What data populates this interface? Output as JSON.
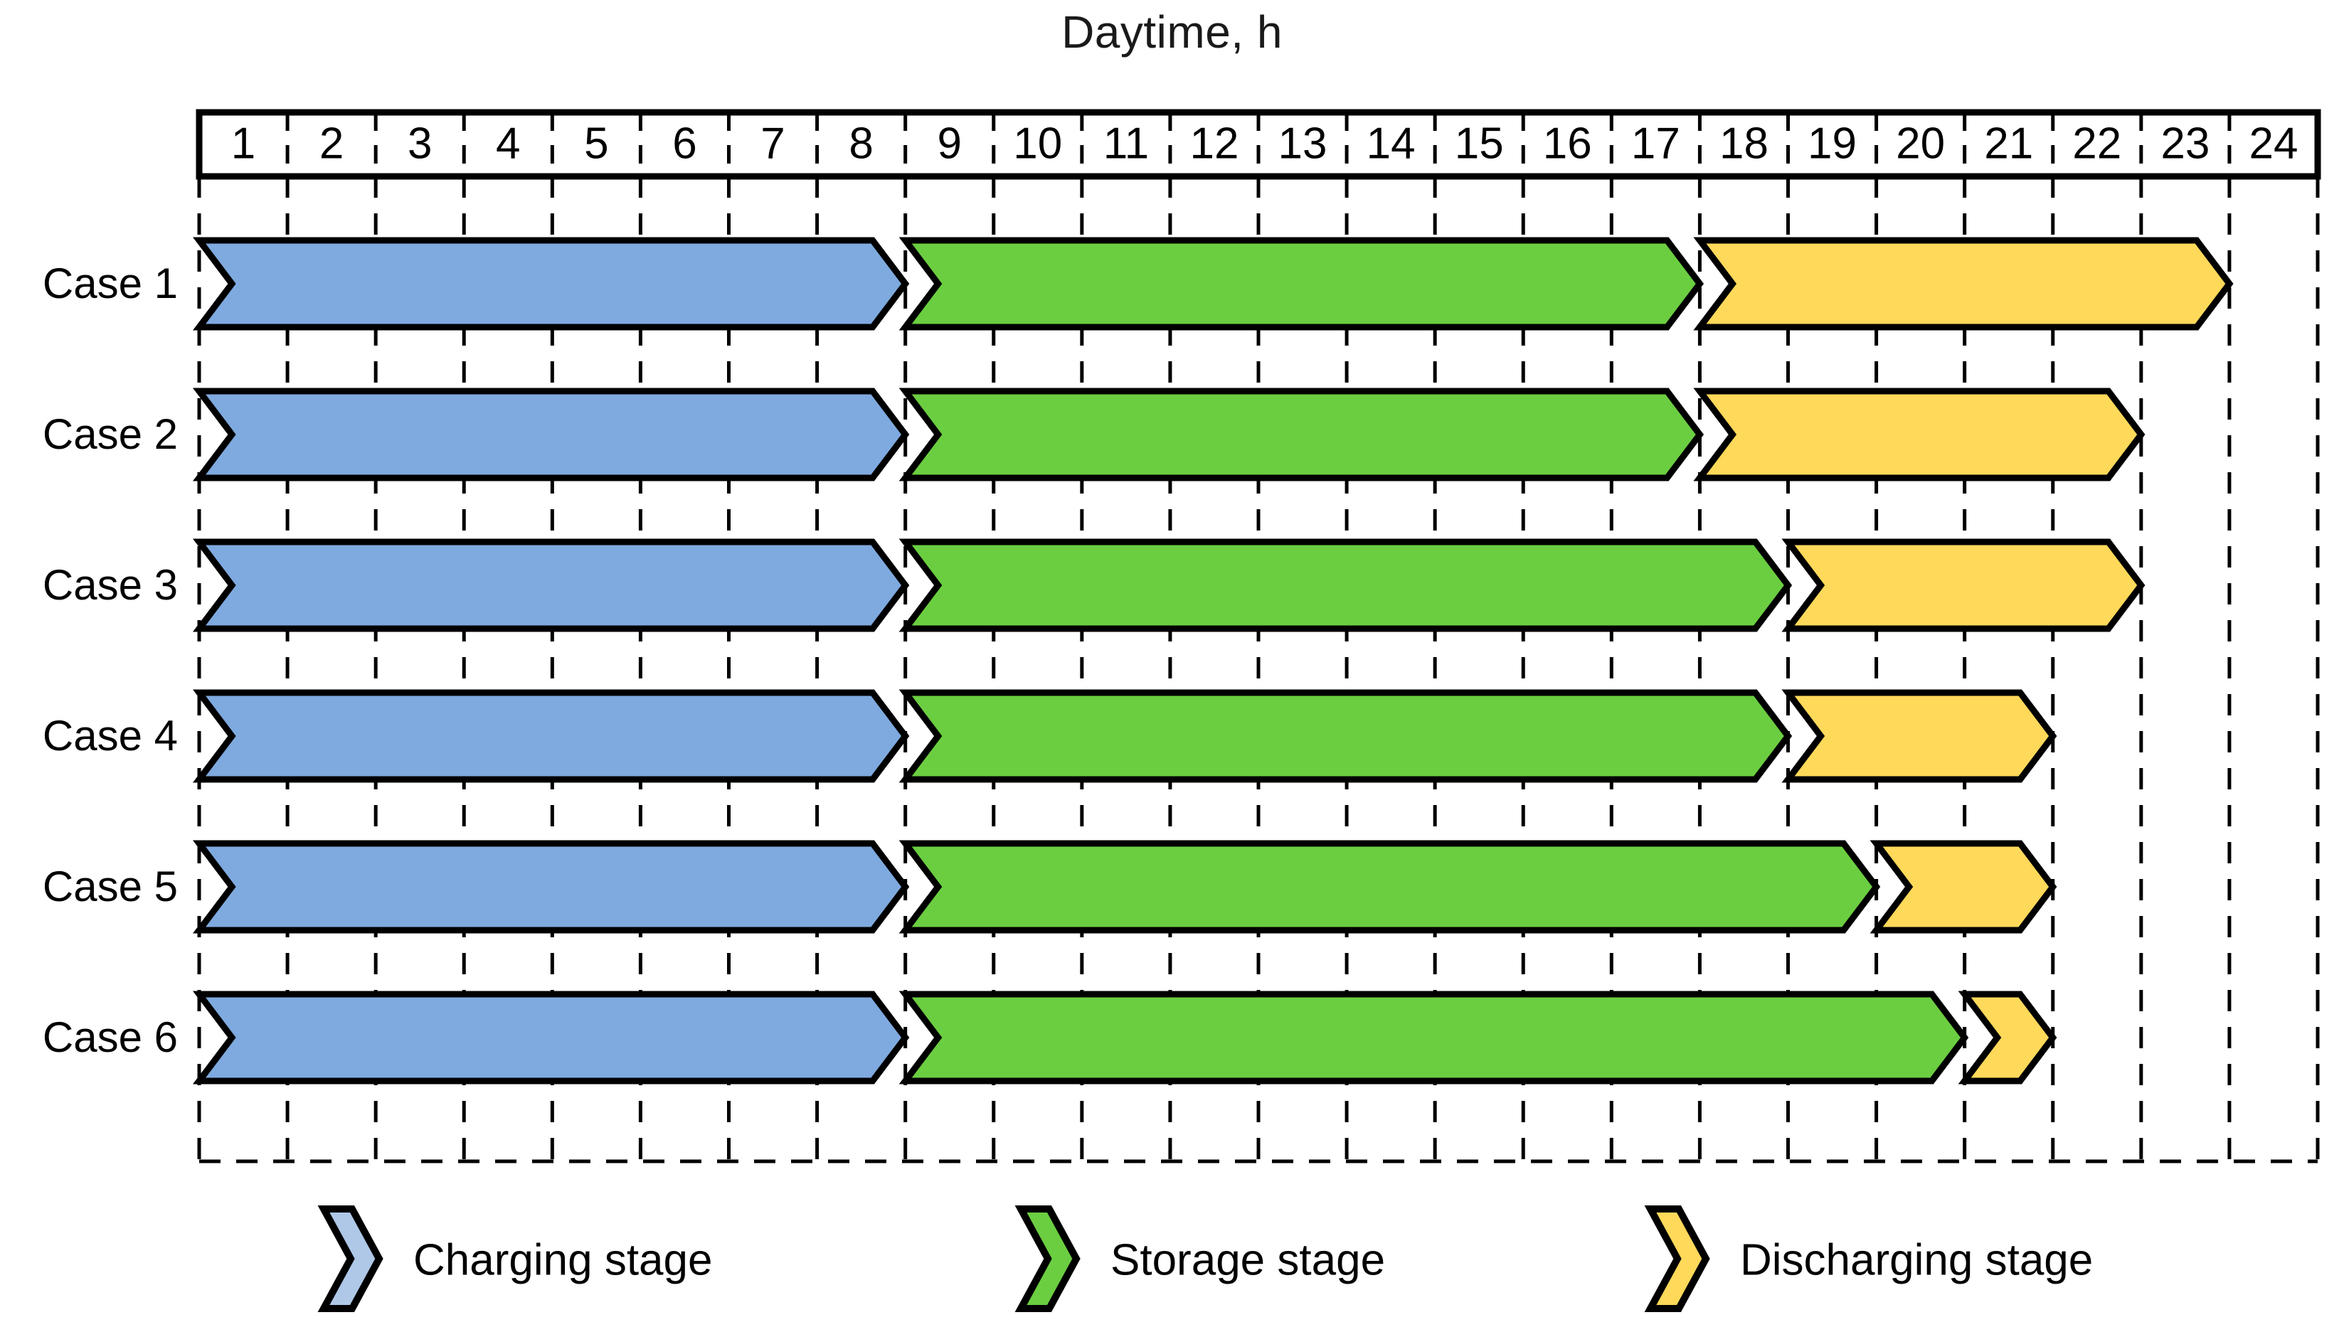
{
  "chart_data": {
    "type": "bar",
    "title": "Daytime, h",
    "xlabel": "Daytime, h",
    "ylabel": "",
    "grid": true,
    "legend_position": "bottom",
    "x_axis": {
      "name": "Daytime, h",
      "tick_labels": [
        "1",
        "2",
        "3",
        "4",
        "5",
        "6",
        "7",
        "8",
        "9",
        "10",
        "11",
        "12",
        "13",
        "14",
        "15",
        "16",
        "17",
        "18",
        "19",
        "20",
        "21",
        "22",
        "23",
        "24"
      ],
      "range": [
        0,
        24
      ],
      "unit": "h"
    },
    "categories": [
      "Case 1",
      "Case 2",
      "Case 3",
      "Case 4",
      "Case 5",
      "Case 6"
    ],
    "series": [
      {
        "name": "Charging stage",
        "color": "#7FAADF",
        "spans": [
          {
            "category": "Case 1",
            "start": 0,
            "end": 8,
            "duration": 8
          },
          {
            "category": "Case 2",
            "start": 0,
            "end": 8,
            "duration": 8
          },
          {
            "category": "Case 3",
            "start": 0,
            "end": 8,
            "duration": 8
          },
          {
            "category": "Case 4",
            "start": 0,
            "end": 8,
            "duration": 8
          },
          {
            "category": "Case 5",
            "start": 0,
            "end": 8,
            "duration": 8
          },
          {
            "category": "Case 6",
            "start": 0,
            "end": 8,
            "duration": 8
          }
        ]
      },
      {
        "name": "Storage stage",
        "color": "#6BCE41",
        "spans": [
          {
            "category": "Case 1",
            "start": 8,
            "end": 17,
            "duration": 9
          },
          {
            "category": "Case 2",
            "start": 8,
            "end": 17,
            "duration": 9
          },
          {
            "category": "Case 3",
            "start": 8,
            "end": 18,
            "duration": 10
          },
          {
            "category": "Case 4",
            "start": 8,
            "end": 18,
            "duration": 10
          },
          {
            "category": "Case 5",
            "start": 8,
            "end": 19,
            "duration": 11
          },
          {
            "category": "Case 6",
            "start": 8,
            "end": 20,
            "duration": 12
          }
        ]
      },
      {
        "name": "Discharging stage",
        "color": "#FFD95A",
        "spans": [
          {
            "category": "Case 1",
            "start": 17,
            "end": 23,
            "duration": 6
          },
          {
            "category": "Case 2",
            "start": 17,
            "end": 22,
            "duration": 5
          },
          {
            "category": "Case 3",
            "start": 18,
            "end": 22,
            "duration": 4
          },
          {
            "category": "Case 4",
            "start": 18,
            "end": 21,
            "duration": 3
          },
          {
            "category": "Case 5",
            "start": 19,
            "end": 21,
            "duration": 2
          },
          {
            "category": "Case 6",
            "start": 20,
            "end": 21,
            "duration": 1
          }
        ]
      }
    ]
  },
  "header": {
    "title": "Daytime, h",
    "hours": [
      "1",
      "2",
      "3",
      "4",
      "5",
      "6",
      "7",
      "8",
      "9",
      "10",
      "11",
      "12",
      "13",
      "14",
      "15",
      "16",
      "17",
      "18",
      "19",
      "20",
      "21",
      "22",
      "23",
      "24"
    ]
  },
  "rows": [
    {
      "label": "Case 1"
    },
    {
      "label": "Case 2"
    },
    {
      "label": "Case 3"
    },
    {
      "label": "Case 4"
    },
    {
      "label": "Case 5"
    },
    {
      "label": "Case 6"
    }
  ],
  "legend": {
    "items": [
      {
        "label": "Charging stage",
        "color": "#7FAADF",
        "icon": "chevron-right-icon"
      },
      {
        "label": "Storage stage",
        "color": "#6BCE41",
        "icon": "chevron-right-icon"
      },
      {
        "label": "Discharging stage",
        "color": "#FFD95A",
        "icon": "chevron-right-icon"
      }
    ]
  },
  "colors": {
    "charging": "#7FAADF",
    "charging_legend": "#AFC8E8",
    "storage": "#6BCE41",
    "discharging": "#FFD95A",
    "stroke": "#000000",
    "background": "#FFFFFF"
  }
}
